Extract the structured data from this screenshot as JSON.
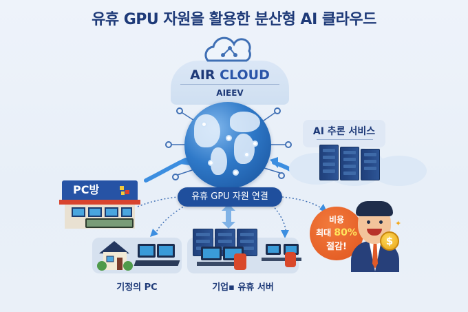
{
  "title": "유휴 GPU 자원을 활용한 분산형 AI 클라우드",
  "platform": {
    "name_part1": "AIR",
    "name_part2": "CLOUD",
    "company": "AIEEV",
    "icon": "cloud-network-icon"
  },
  "center": {
    "globe_icon": "globe-network-icon",
    "connect_label": "유휴 GPU 자원 연결"
  },
  "ai_service": {
    "label": "AI 추론 서비스",
    "icon": "server-rack-icon"
  },
  "sources": [
    {
      "id": "pc-bang",
      "sign": "PC방",
      "icon": "pc-cafe-icon"
    },
    {
      "id": "home-pc",
      "label": "기정의 PC",
      "icon": "house-computer-icon"
    },
    {
      "id": "enterprise",
      "label": "기업▪ 유휴 서버",
      "icon": "office-server-icon"
    }
  ],
  "savings": {
    "line1": "비용",
    "line2_prefix": "최대",
    "line2_value": "80%",
    "line3": "절감!",
    "coin_symbol": "$"
  },
  "colors": {
    "title": "#1e3a78",
    "pill": "#1f4f9d",
    "badge": "#e0551e",
    "accent_yellow": "#ffe45c",
    "background": "#eef3fa"
  }
}
